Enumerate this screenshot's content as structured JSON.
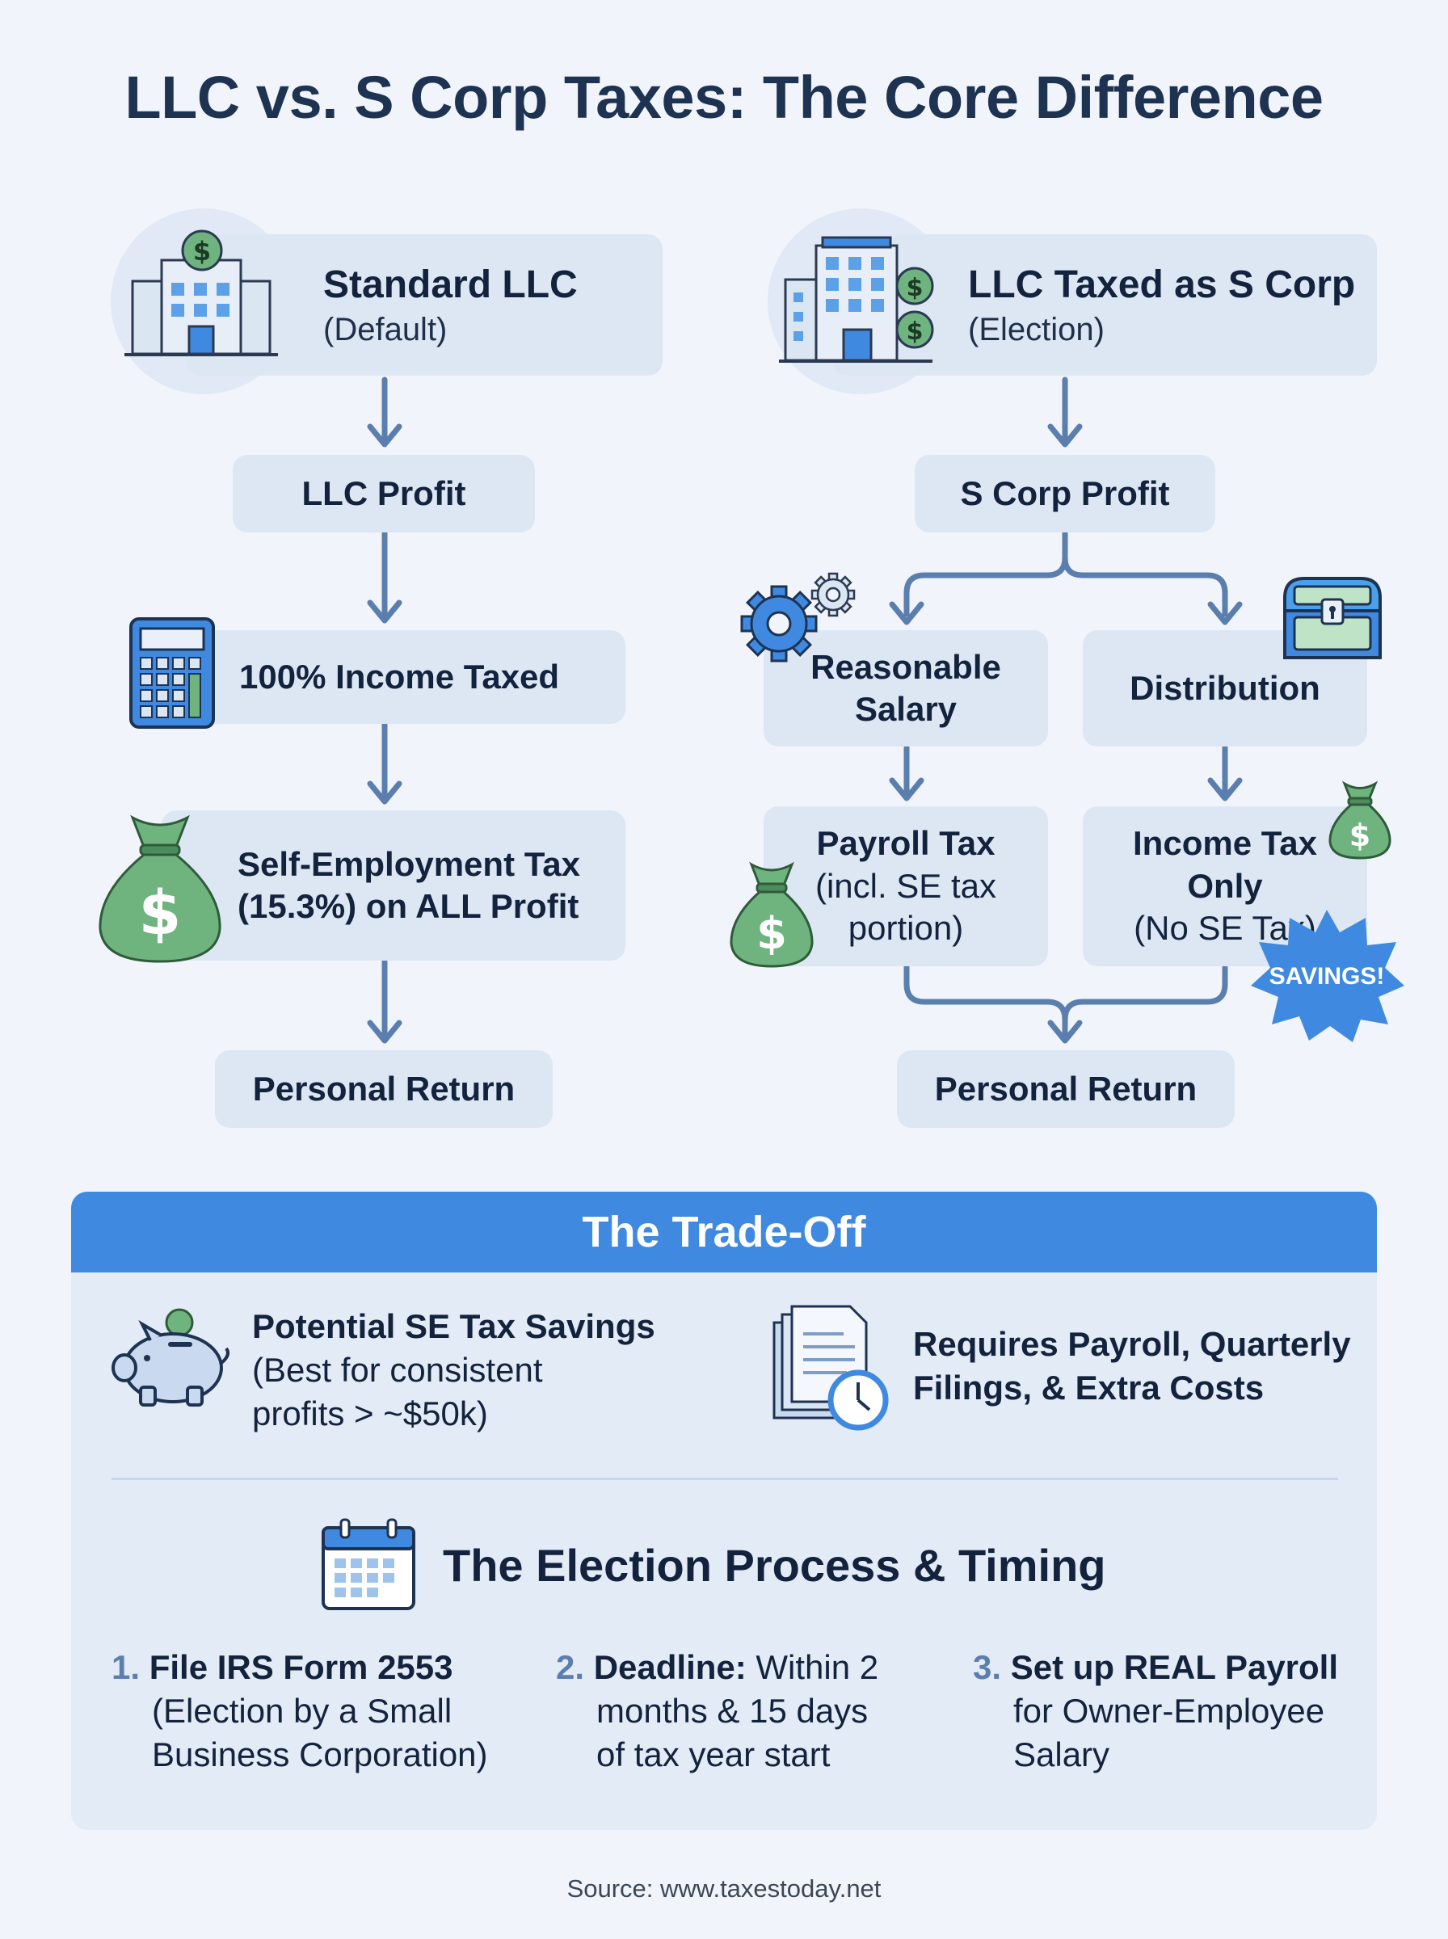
{
  "title": "LLC vs. S Corp Taxes: The Core Difference",
  "left": {
    "header_title": "Standard LLC",
    "header_sub": "(Default)",
    "profit": "LLC Profit",
    "income_taxed": "100% Income Taxed",
    "se_tax_line1": "Self-Employment Tax",
    "se_tax_line2": "(15.3%) on ALL Profit",
    "personal_return": "Personal Return"
  },
  "right": {
    "header_title": "LLC Taxed as S Corp",
    "header_sub": "(Election)",
    "profit": "S Corp Profit",
    "salary_line1": "Reasonable",
    "salary_line2": "Salary",
    "distribution": "Distribution",
    "payroll_line1": "Payroll Tax",
    "payroll_line2": "(incl. SE tax",
    "payroll_line3": "portion)",
    "income_only_line1": "Income Tax",
    "income_only_line2": "Only",
    "income_only_line3": "(No SE Tax)",
    "savings_badge": "SAVINGS!",
    "personal_return": "Personal Return"
  },
  "tradeoff": {
    "heading": "The Trade-Off",
    "savings_title": "Potential SE Tax Savings",
    "savings_line1": "(Best for consistent",
    "savings_line2": "profits > ~$50k)",
    "costs_line1": "Requires Payroll, Quarterly",
    "costs_line2": "Filings, & Extra Costs"
  },
  "election": {
    "heading": "The Election Process & Timing",
    "steps": [
      {
        "num": "1.",
        "bold": "File IRS Form 2553",
        "rest": "",
        "line2": "(Election by a Small",
        "line3": "Business Corporation)"
      },
      {
        "num": "2.",
        "bold": "Deadline:",
        "rest": " Within 2",
        "line2": "months & 15 days",
        "line3": "of tax year start"
      },
      {
        "num": "3.",
        "bold": "Set up REAL Payroll",
        "rest": "",
        "line2": "for Owner-Employee",
        "line3": "Salary"
      }
    ]
  },
  "source": "Source: www.taxestoday.net",
  "colors": {
    "accent": "#3f8ae0",
    "box": "#dde7f4",
    "arrow": "#5a7eae",
    "money": "#6fb37f",
    "title": "#1e3352"
  }
}
